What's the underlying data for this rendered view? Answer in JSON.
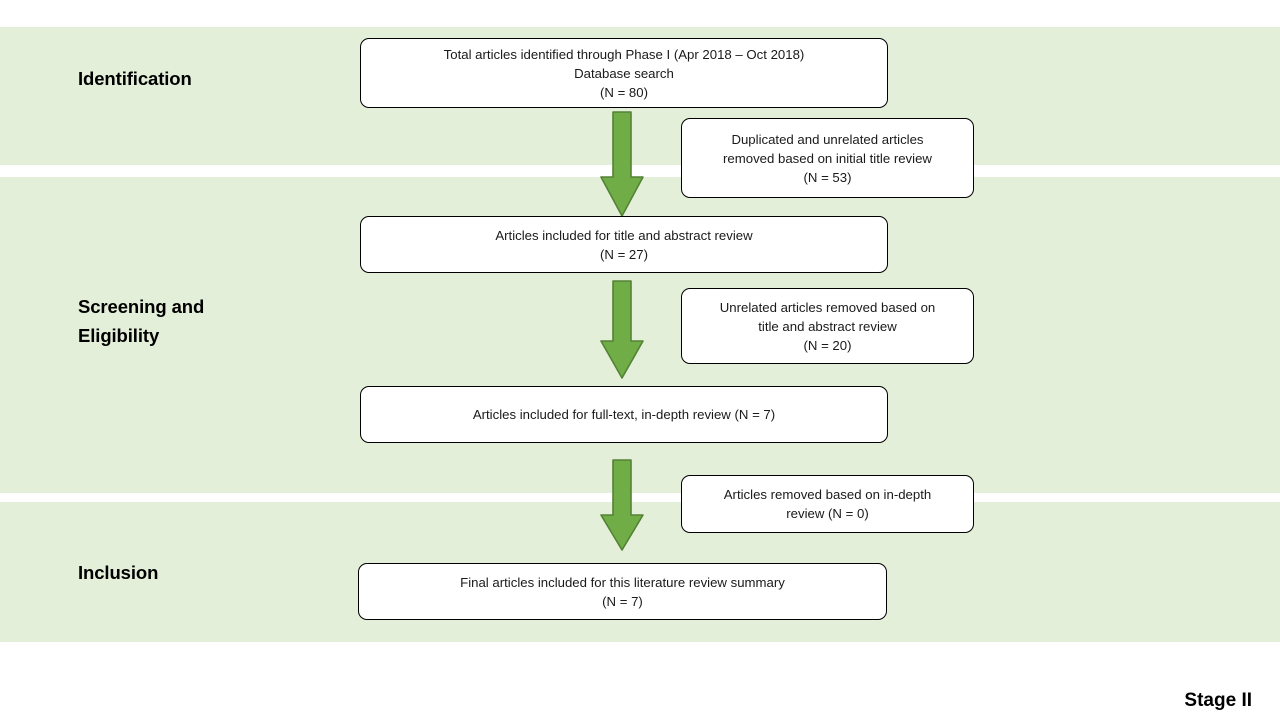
{
  "figure": {
    "type": "prisma-flow-diagram",
    "caption": "Stage II",
    "colors": {
      "band_background": "#E3EFD9",
      "arrow_fill": "#70AD47",
      "arrow_stroke": "#548235",
      "node_background": "#FFFFFF",
      "node_border": "#000000",
      "text": "#1A1A1A",
      "page_background": "#FFFFFF"
    }
  },
  "stages": [
    {
      "id": "identification",
      "label": "Identification"
    },
    {
      "id": "screening-eligibility",
      "label": "Screening and\nEligibility"
    },
    {
      "id": "inclusion",
      "label": "Inclusion"
    }
  ],
  "nodes": {
    "main": [
      {
        "id": "identified",
        "text": "Total articles identified through  Phase I (Apr 2018 – Oct 2018)\nDatabase search\n(N = 80)",
        "count": 80
      },
      {
        "id": "title-abstract-review",
        "text": "Articles included for title and abstract review\n(N = 27)",
        "count": 27
      },
      {
        "id": "full-text-review",
        "text": "Articles included for full-text, in-depth review (N = 7)",
        "count": 7
      },
      {
        "id": "final-included",
        "text": "Final articles included for this literature review summary\n(N = 7)",
        "count": 7
      }
    ],
    "side": [
      {
        "id": "removed-title",
        "text": "Duplicated and unrelated  articles\nremoved  based on initial title review\n(N = 53)",
        "count": 53
      },
      {
        "id": "removed-title-abstract",
        "text": "Unrelated articles removed  based on\ntitle and abstract review\n(N = 20)",
        "count": 20
      },
      {
        "id": "removed-in-depth",
        "text": "Articles removed  based on  in-depth\nreview  (N = 0)",
        "count": 0
      }
    ]
  },
  "arrows": [
    {
      "id": "arrow-identified-to-screening",
      "direction": "down"
    },
    {
      "id": "arrow-screening-to-fulltext",
      "direction": "down"
    },
    {
      "id": "arrow-fulltext-to-inclusion",
      "direction": "down"
    }
  ]
}
